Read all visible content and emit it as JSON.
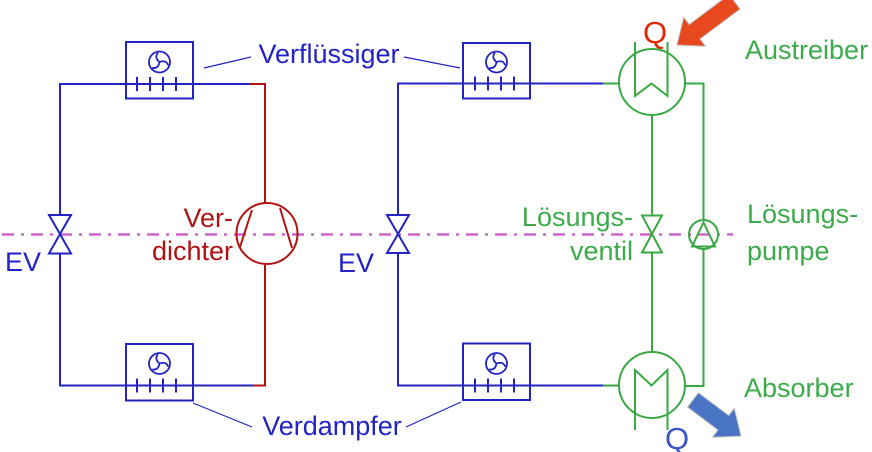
{
  "diagram": {
    "labels": {
      "condenser": "Verflüssiger",
      "evaporator": "Verdampfer",
      "compressor_line1": "Ver-",
      "compressor_line2": "dichter",
      "expansion_valve_left": "EV",
      "expansion_valve_right": "EV",
      "generator": "Austreiber",
      "absorber": "Absorber",
      "solution_valve_line1": "Lösungs-",
      "solution_valve_line2": "ventil",
      "solution_pump_line1": "Lösungs-",
      "solution_pump_line2": "pumpe",
      "heat_input_q": "Q",
      "heat_output_q": "Q"
    },
    "colors": {
      "blue_circuit": "#2323c3",
      "dark_red_circuit": "#b01212",
      "green_circuit": "#3aa843",
      "centerline_magenta": "#cc66cc",
      "heat_input_arrow": "#e8481d",
      "heat_input_q": "#e02800",
      "heat_output_arrow": "#4a74c4",
      "heat_output_q": "#3a55c8"
    }
  }
}
